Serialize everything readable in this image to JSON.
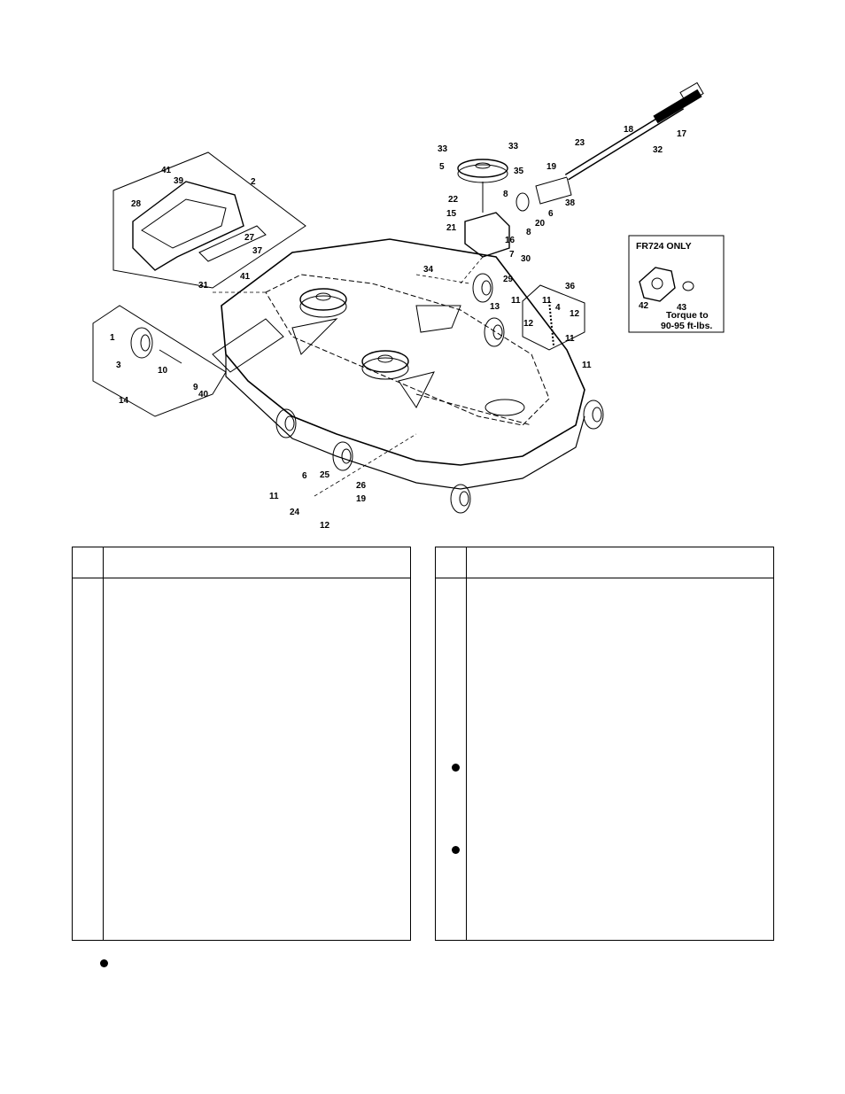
{
  "diagram": {
    "callouts": [
      "1",
      "2",
      "3",
      "4",
      "5",
      "6",
      "7",
      "8",
      "9",
      "10",
      "11",
      "12",
      "13",
      "14",
      "15",
      "16",
      "17",
      "18",
      "19",
      "20",
      "21",
      "22",
      "23",
      "24",
      "25",
      "26",
      "27",
      "28",
      "29",
      "30",
      "31",
      "32",
      "33",
      "34",
      "35",
      "36",
      "37",
      "38",
      "39",
      "40",
      "41",
      "42",
      "43"
    ],
    "inset": {
      "title": "FR724 ONLY",
      "part_a": "42",
      "part_b": "43",
      "note_line1": "Torque to",
      "note_line2": "90-95 ft-lbs."
    }
  },
  "tables": {
    "left": {
      "rows_marked": 0
    },
    "right": {
      "rows_marked": 2
    }
  },
  "footnote": {
    "marker": "bullet"
  }
}
